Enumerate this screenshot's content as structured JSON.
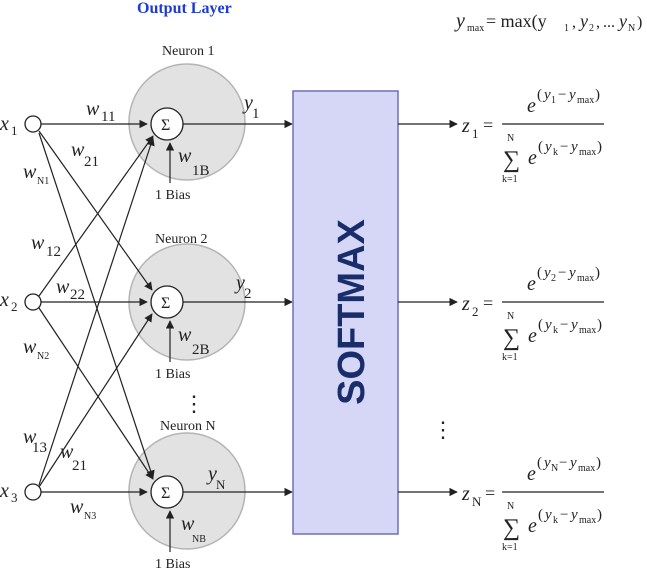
{
  "title": "Output Layer",
  "colors": {
    "title": "#1d3ad6",
    "neuron_fill": "#e2e2e2",
    "neuron_stroke": "#b4b4b4",
    "softmax_fill": "#d6d6f7",
    "softmax_stroke": "#6f6fbf",
    "softmax_text": "#1a2d6b",
    "line": "#222222"
  },
  "ymax_formula": {
    "lhs": "y",
    "lhs_sub": "max",
    "rhs": "= max(y",
    "s1": "1",
    "s2": "2",
    "sN": "N",
    "sep": ",",
    "dots": "...",
    "close": ")"
  },
  "inputs": [
    {
      "base": "x",
      "sub": "1"
    },
    {
      "base": "x",
      "sub": "2"
    },
    {
      "base": "x",
      "sub": "3"
    }
  ],
  "neurons": [
    {
      "name": "Neuron 1",
      "sigma": "Σ",
      "y_sub": "1",
      "bias_w_sub": "1B",
      "bias": "1  Bias"
    },
    {
      "name": "Neuron 2",
      "sigma": "Σ",
      "y_sub": "2",
      "bias_w_sub": "2B",
      "bias": "1  Bias"
    },
    {
      "name": "Neuron N",
      "sigma": "Σ",
      "y_sub": "N",
      "bias_w_sub": "NB",
      "bias": "1  Bias"
    }
  ],
  "weights": {
    "w11": "11",
    "w21a": "21",
    "wN1": "N1",
    "w12": "12",
    "w22": "22",
    "wN2": "N2",
    "w13": "13",
    "w21b": "21",
    "wN3": "N3"
  },
  "softmax_label": "SOFTMAX",
  "outputs": [
    {
      "z_sub": "1",
      "y_sub": "1"
    },
    {
      "z_sub": "2",
      "y_sub": "2"
    },
    {
      "z_sub": "N",
      "y_sub": "N"
    }
  ],
  "formula": {
    "e": "e",
    "sum": "∑",
    "N": "N",
    "k1": "k=1",
    "max": "max",
    "k": "k",
    "minus": "−",
    "eq": "=",
    "y": "y",
    "z": "z"
  },
  "vdots": "⋮"
}
